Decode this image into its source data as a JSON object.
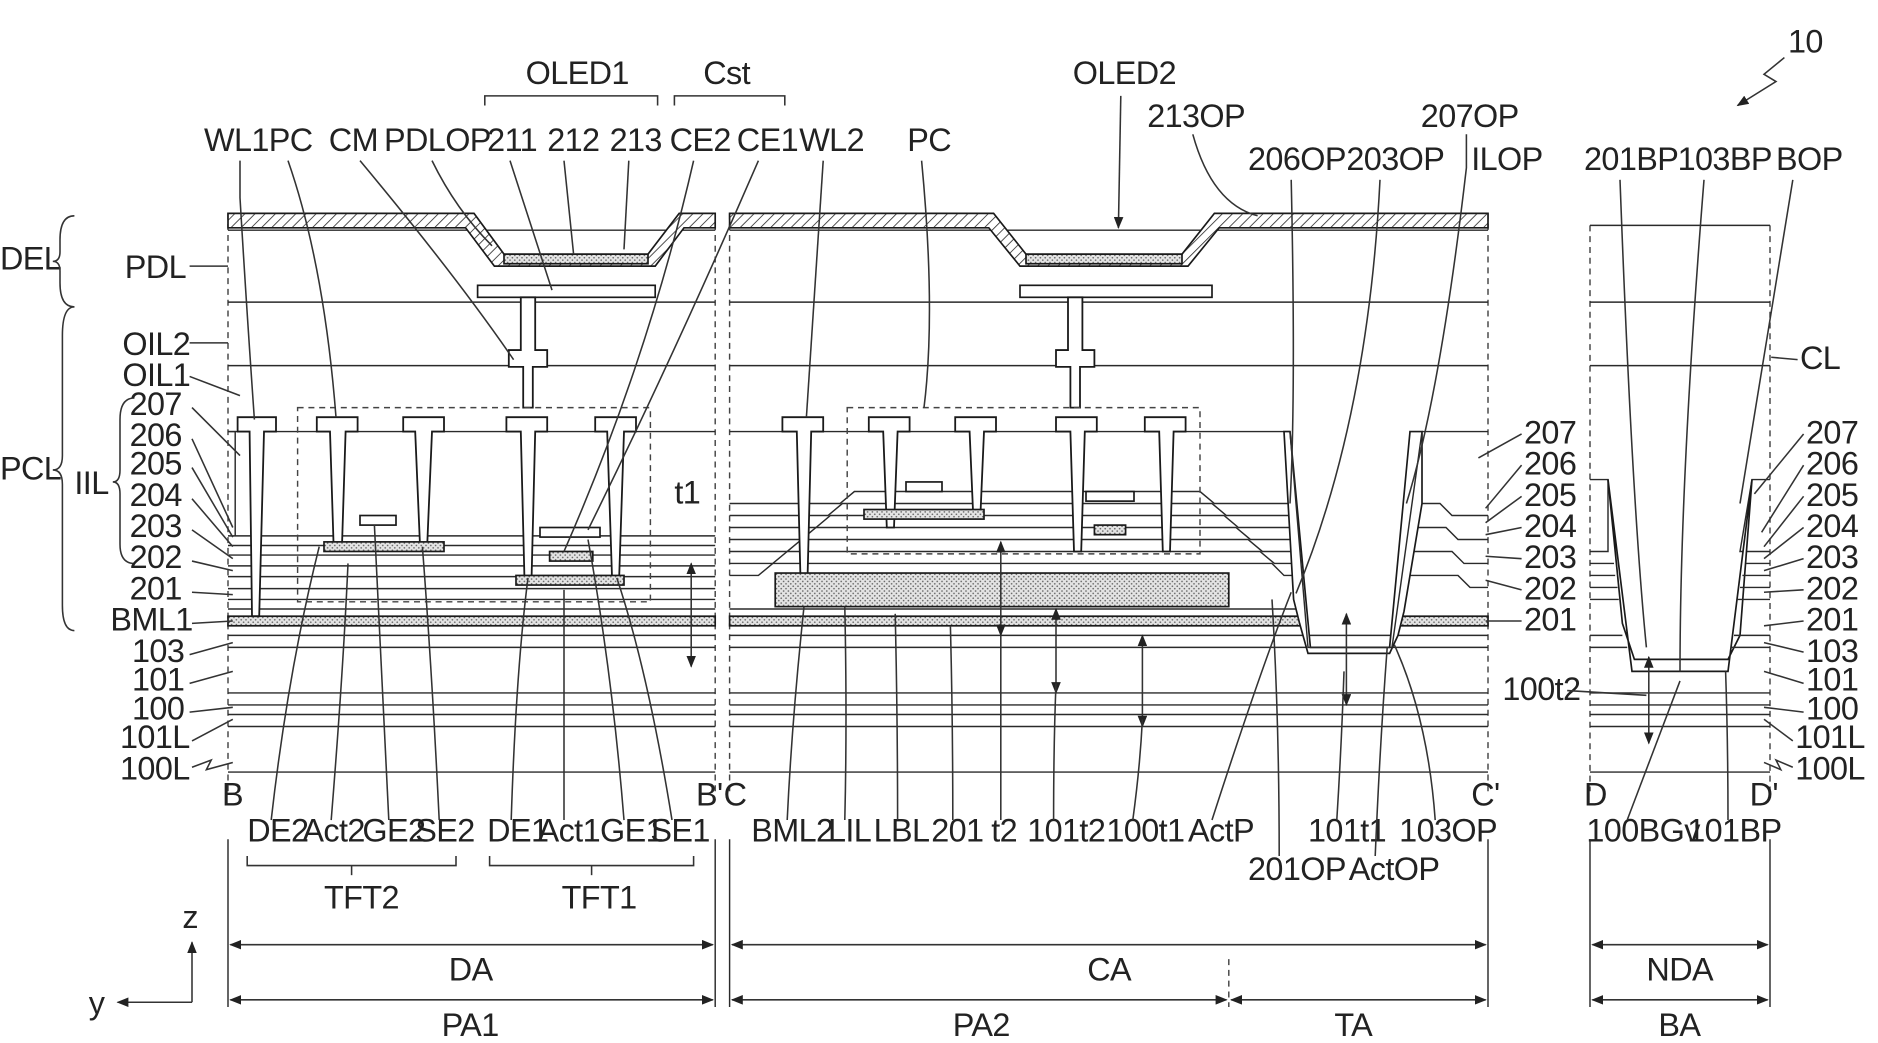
{
  "figure_ref": "10",
  "panels": {
    "bb": {
      "cut_left": "B",
      "cut_right": "B'",
      "groups": {
        "oled1": "OLED1",
        "cst": "Cst",
        "tft2": "TFT2",
        "tft1": "TFT1"
      },
      "top_labels": [
        "WL1",
        "PC",
        "CM",
        "PDLOP",
        "211",
        "212",
        "213",
        "CE2",
        "CE1"
      ],
      "bottom_labels": [
        "DE2",
        "Act2",
        "GE2",
        "SE2",
        "DE1",
        "Act1",
        "GE1",
        "SE1"
      ],
      "inner_labels": {
        "t1": "t1"
      }
    },
    "cc": {
      "cut_left": "C",
      "cut_right": "C'",
      "groups": {
        "oled2": "OLED2"
      },
      "top_labels": [
        "WL2",
        "PC",
        "213OP",
        "206OP",
        "203OP",
        "207OP",
        "ILOP"
      ],
      "bottom_labels": [
        "BML2",
        "LIL",
        "LBL",
        "201",
        "t2",
        "101t2",
        "100t1",
        "ActP",
        "201OP",
        "101t1",
        "ActOP",
        "103OP"
      ],
      "right_labels": [
        "207",
        "206",
        "205",
        "204",
        "203",
        "202",
        "201"
      ]
    },
    "dd": {
      "cut_left": "D",
      "cut_right": "D'",
      "top_labels": [
        "201BP",
        "103BP",
        "BOP"
      ],
      "bottom_labels": [
        "100BGv",
        "101BP"
      ],
      "right_labels": [
        "207",
        "206",
        "205",
        "204",
        "203",
        "202",
        "201",
        "103",
        "101",
        "100",
        "101L",
        "100L"
      ],
      "side_labels": {
        "cl": "CL",
        "t2": "100t2"
      }
    }
  },
  "left_labels": {
    "del": "DEL",
    "pcl": "PCL",
    "iil": "IIL",
    "layers": [
      "PDL",
      "OIL2",
      "OIL1",
      "207",
      "206",
      "205",
      "204",
      "203",
      "202",
      "201",
      "BML1",
      "103",
      "101",
      "100",
      "101L",
      "100L"
    ]
  },
  "dimension_lines": {
    "regions": [
      "DA",
      "CA",
      "NDA"
    ],
    "areas": [
      "PA1",
      "PA2",
      "TA",
      "BA"
    ]
  },
  "axes": {
    "z": "z",
    "y": "y"
  }
}
